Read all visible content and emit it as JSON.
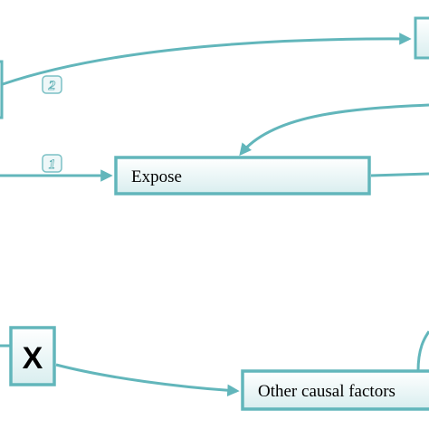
{
  "colors": {
    "stroke": "#62b6bb",
    "box_fill_top": "#ffffff",
    "box_fill_bottom": "#d9eeef",
    "text": "#000000"
  },
  "nodes": {
    "expose": "Expose",
    "x_node": "X",
    "other_causal_factors": "Other causal factors"
  },
  "path_badges": {
    "path_1": "1",
    "path_2": "2"
  }
}
